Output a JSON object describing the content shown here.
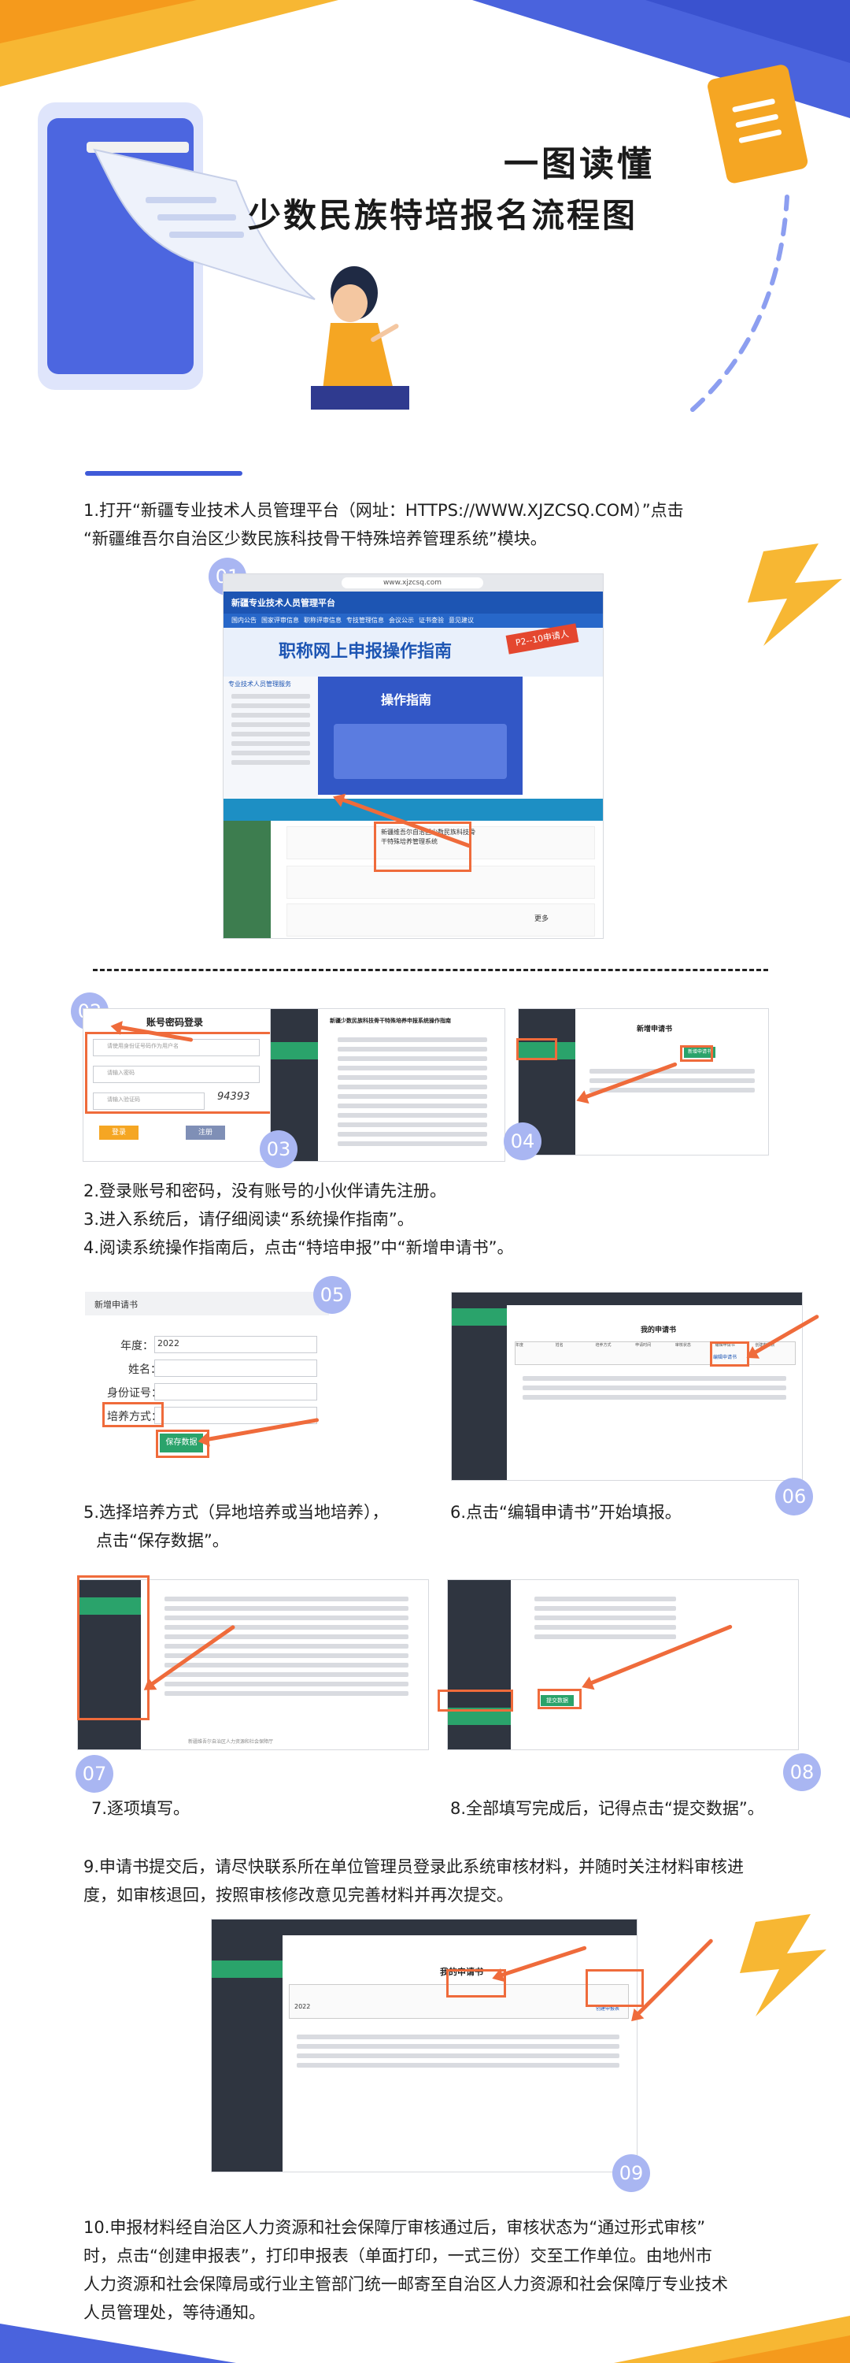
{
  "header": {
    "title_line1": "一图读懂",
    "title_line2": "少数民族特培报名流程图"
  },
  "steps": {
    "s1_line1": "1.打开“新疆专业技术人员管理平台（网址：HTTPS://WWW.XJZCSQ.COM）”点击",
    "s1_line2": "“新疆维吾尔自治区少数民族科技骨干特殊培养管理系统”模块。",
    "s2": "2.登录账号和密码，没有账号的小伙伴请先注册。",
    "s3": "3.进入系统后，请仔细阅读“系统操作指南”。",
    "s4": "4.阅读系统操作指南后，点击“特培申报”中“新增申请书”。",
    "s5_line1": "5.选择培养方式（异地培养或当地培养），",
    "s5_line2": "点击“保存数据”。",
    "s6": "6.点击“编辑申请书”开始填报。",
    "s7": "7.逐项填写。",
    "s8": "8.全部填写完成后，记得点击“提交数据”。",
    "s9_line1": "9.申请书提交后，请尽快联系所在单位管理员登录此系统审核材料，并随时关注材料审核进",
    "s9_line2": "度，如审核退回，按照审核修改意见完善材料并再次提交。",
    "s10_line1": "10.申报材料经自治区人力资源和社会保障厅审核通过后，审核状态为“通过形式审核”",
    "s10_line2": "时，点击“创建申报表”，打印申报表（单面打印，一式三份）交至工作单位。由地州市",
    "s10_line3": "人力资源和社会保障局或行业主管部门统一邮寄至自治区人力资源和社会保障厅专业技术",
    "s10_line4": "人员管理处，等待通知。"
  },
  "badges": {
    "b01": "01",
    "b02": "02",
    "b03": "03",
    "b04": "04",
    "b05": "05",
    "b06": "06",
    "b07": "07",
    "b08": "08",
    "b09": "09"
  },
  "shot1": {
    "url": "www.xjzcsq.com",
    "site_name": "新疆专业技术人员管理平台",
    "nav": [
      "国内公告",
      "国家评审信息",
      "职称评审信息",
      "专技管理信息",
      "会议公示",
      "证书查验",
      "意见建议"
    ],
    "banner": "职称网上申报操作指南",
    "banner_sub": "P2--10申请人",
    "guide_title": "操作指南",
    "module_label": "新疆维吾尔自治区少数民族科技骨干特殊培养管理系统",
    "sidebar_title": "专业技术人员管理服务",
    "more": "更多"
  },
  "shot2": {
    "login_title": "账号密码登录",
    "username_ph": "请使用身份证号码作为用户名",
    "password_ph": "请输入密码",
    "captcha_ph": "请输入验证码",
    "captcha": "94393",
    "login_btn": "登录",
    "register_btn": "注册"
  },
  "shot3": {
    "title": "新疆少数民族科技骨干特殊培养申报系统操作指南"
  },
  "shot4": {
    "title": "新增申请书",
    "btn": "新增申请书"
  },
  "shot5": {
    "header": "新增申请书",
    "year_label": "年度：",
    "year_value": "2022",
    "name_label": "姓名：",
    "id_label": "身份证号：",
    "mode_label": "培养方式：",
    "save_btn": "保存数据"
  },
  "shot6": {
    "title": "我的申请书",
    "cols": [
      "年度",
      "姓名",
      "培养方式",
      "申请时间",
      "审核状态",
      "编辑申请书",
      "创建申报表"
    ],
    "edit": "编辑申请书"
  },
  "shot7": {
    "footer": "新疆维吾尔自治区人力资源和社会保障厅"
  },
  "shot8": {
    "submit": "提交数据"
  },
  "shot9": {
    "title": "我的申请书",
    "year": "2022",
    "create": "创建申报表"
  },
  "colors": {
    "accent_blue": "#3f5ad8",
    "accent_orange": "#f7a21c",
    "accent_red": "#ef6b3b",
    "badge": "#a9b6f2"
  }
}
